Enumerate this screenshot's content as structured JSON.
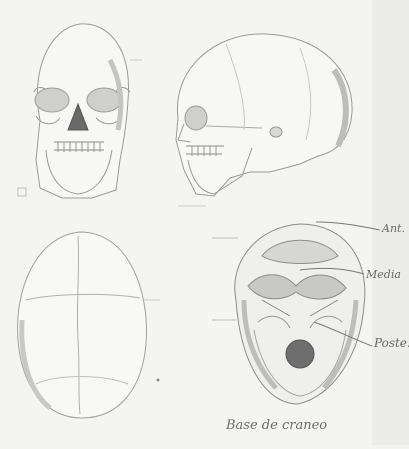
{
  "worksheet": {
    "base_labels": {
      "anterior": "Ant.",
      "media": "Media",
      "posterior": "Poste."
    },
    "base_caption": "Base de craneo"
  }
}
